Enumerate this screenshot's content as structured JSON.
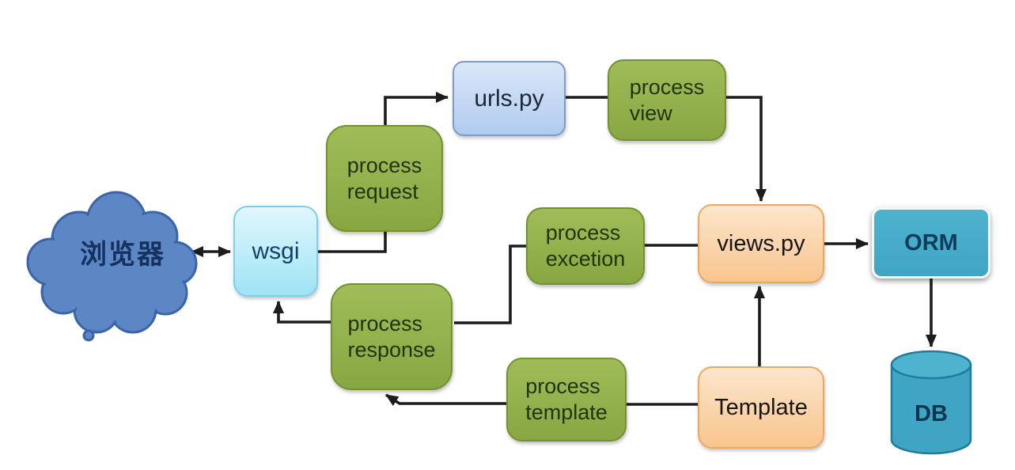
{
  "diagram_type": "django-request-flow-diagram",
  "colors": {
    "bg": "#ffffff",
    "edge": "#1c1c1c",
    "green_top": "#9fbc58",
    "green_bottom": "#88a743",
    "green_border": "#70922f",
    "green_text": "#22330a",
    "cyan_top": "#e0f7fd",
    "cyan_bottom": "#9fe3f4",
    "cyan_border": "#7ecfe7",
    "blue_top": "#dbe7f8",
    "blue_bottom": "#b0cbf0",
    "blue_border": "#8099c5",
    "orange_top": "#fce6cb",
    "orange_bottom": "#f9c58e",
    "orange_border": "#eba863",
    "teal_fill": "#3fa5c3",
    "teal_top": "#4db3cf",
    "teal_border": "#1f7c9e",
    "cloud_fill": "#5d87c4",
    "cloud_border": "#3a64a8",
    "cloud_text": "#14315f",
    "navy_text": "#14406b"
  },
  "nodes": {
    "browser": {
      "label": "浏览器"
    },
    "wsgi": {
      "label": "wsgi"
    },
    "process_request": {
      "lines": [
        "process",
        "request"
      ]
    },
    "urls": {
      "label": "urls.py"
    },
    "process_view": {
      "lines": [
        "process",
        "view"
      ]
    },
    "process_excetion": {
      "lines": [
        "process",
        "excetion"
      ]
    },
    "views": {
      "label": "views.py"
    },
    "orm": {
      "label": "ORM"
    },
    "process_response": {
      "lines": [
        "process",
        "response"
      ]
    },
    "process_template": {
      "lines": [
        "process",
        "template"
      ]
    },
    "template": {
      "label": "Template"
    },
    "db": {
      "label": "DB"
    }
  },
  "edges": [
    {
      "from": "browser",
      "to": "wsgi",
      "arrow": "both"
    },
    {
      "from": "wsgi",
      "to": "urls",
      "via": "process_request",
      "arrow": "end"
    },
    {
      "from": "urls",
      "to": "process_view",
      "arrow": "none"
    },
    {
      "from": "process_view",
      "to": "views",
      "arrow": "end"
    },
    {
      "from": "views",
      "to": "process_excetion",
      "arrow": "none"
    },
    {
      "from": "process_excetion",
      "to": "process_response",
      "arrow": "none"
    },
    {
      "from": "process_response",
      "to": "wsgi",
      "arrow": "end"
    },
    {
      "from": "process_template",
      "to": "process_response",
      "arrow": "end"
    },
    {
      "from": "template",
      "to": "process_template",
      "arrow": "none"
    },
    {
      "from": "template",
      "to": "views",
      "arrow": "end"
    },
    {
      "from": "views",
      "to": "orm",
      "arrow": "end"
    },
    {
      "from": "orm",
      "to": "db",
      "arrow": "end"
    }
  ]
}
